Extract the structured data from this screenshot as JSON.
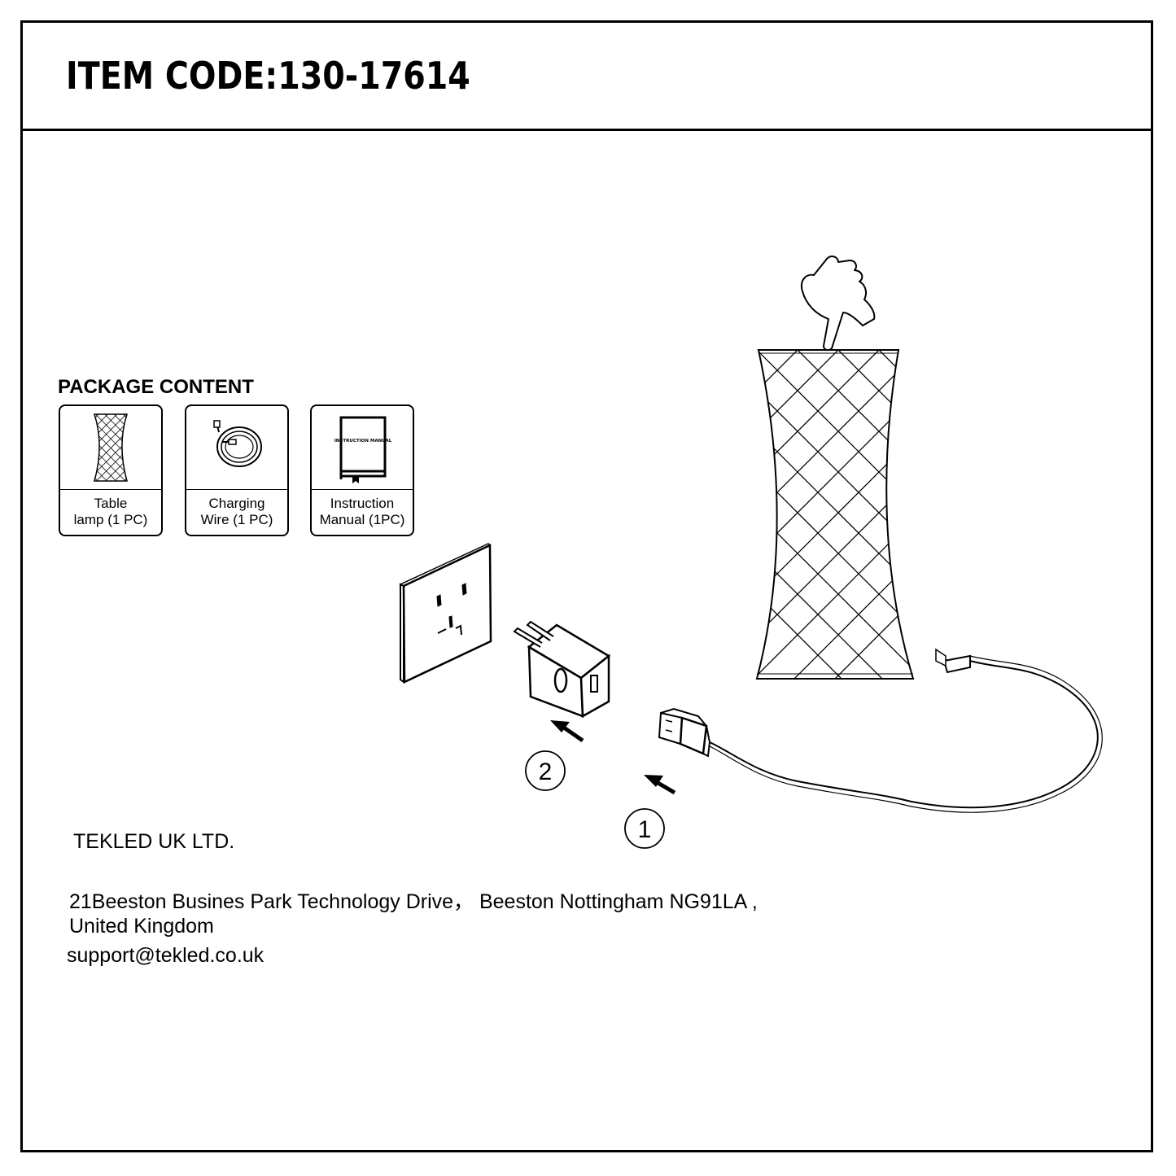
{
  "header": {
    "item_code": "ITEM CODE:130-17614"
  },
  "package": {
    "title": "PACKAGE CONTENT",
    "items": [
      {
        "line1": "Table",
        "line2": "lamp (1 PC)",
        "icon": "table-lamp-icon"
      },
      {
        "line1": "Charging",
        "line2": "Wire (1 PC)",
        "icon": "cable-coil-icon"
      },
      {
        "line1": "Instruction",
        "line2": "Manual (1PC)",
        "icon": "manual-book-icon",
        "book_text": "INSTRUCTION MANUAL"
      }
    ]
  },
  "steps": {
    "step1": "1",
    "step2": "2"
  },
  "company": {
    "name": "TEKLED UK LTD.",
    "address_line1": "21Beeston Busines Park Technology Drive， Beeston Nottingham NG91LA ,",
    "address_line2": "United Kingdom",
    "email": "support@tekled.co.uk"
  }
}
